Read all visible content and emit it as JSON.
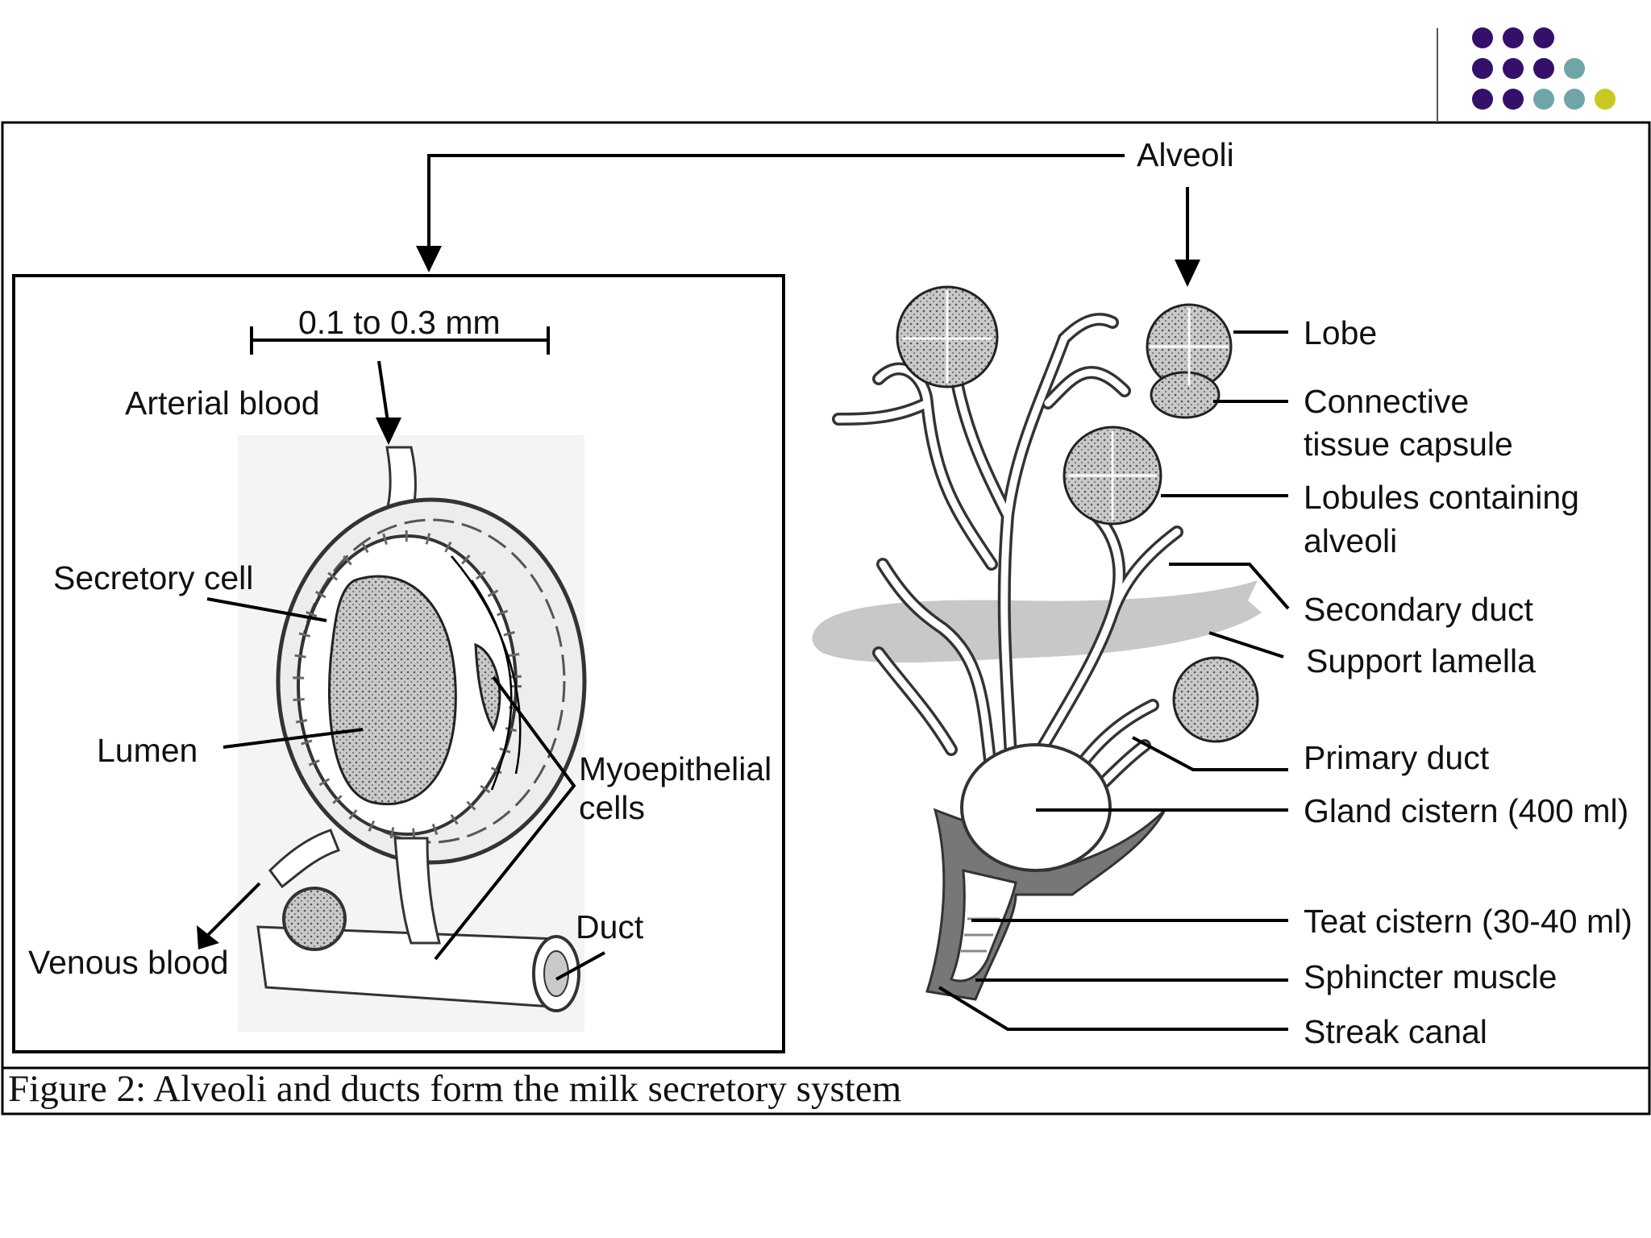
{
  "decor": {
    "dot_colors": {
      "purple": "#35106b",
      "teal": "#6fa5a6",
      "yellow": "#c9c923"
    }
  },
  "figure": {
    "caption": "Figure 2:  Alveoli and ducts form the milk secretory system",
    "top_label": "Alveoli",
    "left_panel": {
      "scale": "0.1 to 0.3 mm",
      "arterial": "Arterial blood",
      "secretory": "Secretory cell",
      "lumen": "Lumen",
      "myo_line1": "Myoepithelial",
      "myo_line2": "cells",
      "duct": "Duct",
      "venous": "Venous blood"
    },
    "right_panel": {
      "lobe": "Lobe",
      "connective_1": "Connective",
      "connective_2": "tissue capsule",
      "lobules_1": "Lobules containing",
      "lobules_2": "alveoli",
      "secondary": "Secondary duct",
      "support": "Support lamella",
      "primary": "Primary duct",
      "gland": "Gland cistern (400 ml)",
      "teat": "Teat cistern (30-40 ml)",
      "sphincter": "Sphincter muscle",
      "streak": "Streak canal"
    }
  }
}
